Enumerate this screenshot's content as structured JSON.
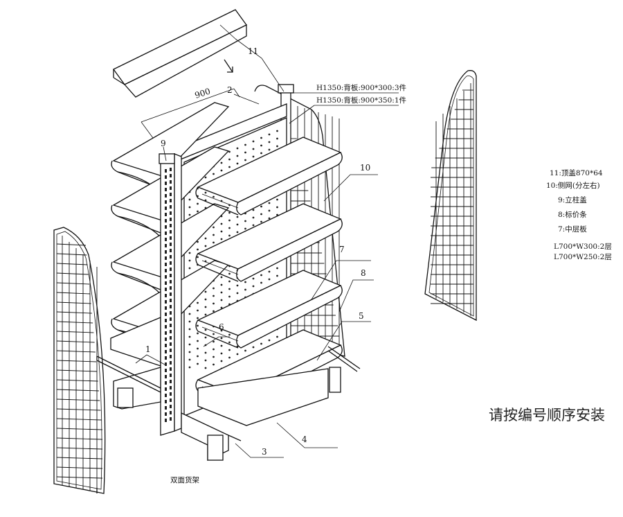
{
  "dimension": "900",
  "back_panel_notes": [
    "H1350:背板:900*300:3件",
    "H1350:背板:900*350:1件"
  ],
  "legend": [
    "11:顶盖870*64",
    "10:侧网(分左右)",
    "9:立柱盖",
    "8:标价条",
    "7:中层板",
    "L700*W300:2层",
    "L700*W250:2层"
  ],
  "instruction": "请按编号顺序安装",
  "caption": "双面货架",
  "callouts": [
    "1",
    "2",
    "3",
    "4",
    "5",
    "6",
    "7",
    "8",
    "9",
    "10",
    "11"
  ]
}
